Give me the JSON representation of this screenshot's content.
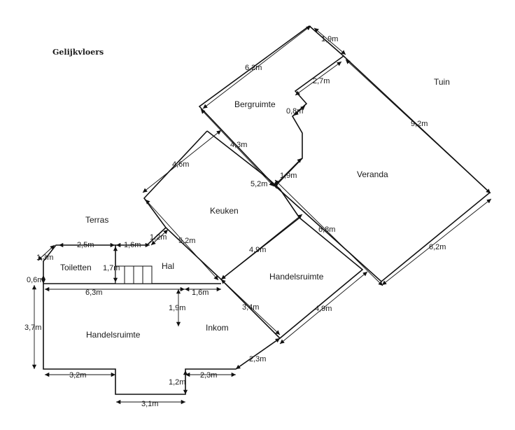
{
  "title": "Gelijkvloers",
  "rooms": {
    "tuin": "Tuin",
    "bergruimte": "Bergruimte",
    "veranda": "Veranda",
    "keuken": "Keuken",
    "terras": "Terras",
    "toiletten": "Toiletten",
    "hal": "Hal",
    "handelsruimte_right": "Handelsruimte",
    "handelsruimte_left": "Handelsruimte",
    "inkom": "Inkom"
  },
  "dimensions": {
    "berg_top": "6,2m",
    "berg_corner": "1,9m",
    "berg_notch": "2,7m",
    "berg_notch_small": "0,8m",
    "tuin_long": "9,2m",
    "berg_left": "4,3m",
    "keuken_top": "4,6m",
    "berg_bottom": "1,9m",
    "keuken_right": "5,2m",
    "veranda_bottom": "6,2m",
    "keuken_left": "5,2m",
    "veranda_left": "6,8m",
    "keuken_bottom": "4,9m",
    "terras_small": "1,2m",
    "toilet_top": "2,5m",
    "hal_top": "1,6m",
    "toilet_left": "1,3m",
    "toilet_height": "1,7m",
    "left_small": "0,6m",
    "main_top": "6,3m",
    "hal_bottom": "1,6m",
    "inkom_step": "1,9m",
    "handels_left": "3,4m",
    "handels_bottom": "4,9m",
    "left_side": "3,7m",
    "entry_diag": "2,3m",
    "bottom_left": "3,2m",
    "bottom_right": "2,3m",
    "bottom_step": "1,2m",
    "bottom_mid": "3,1m"
  }
}
